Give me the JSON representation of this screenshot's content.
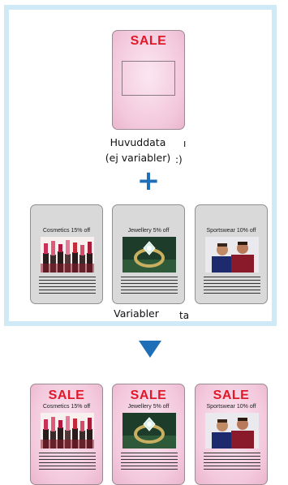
{
  "master": {
    "sale": "SALE",
    "label_line1": "Huvuddata",
    "label_line2": "(ej variabler)"
  },
  "plus_symbol": "+",
  "variables_label": "Variabler",
  "arrow_symbol": "▼",
  "cards": [
    {
      "caption": "Cosmetics 15% off",
      "image": "lipsticks"
    },
    {
      "caption": "Jewellery 5% off",
      "image": "ring"
    },
    {
      "caption": "Sportswear 10% off",
      "image": "two-men"
    }
  ],
  "output_sale": "SALE",
  "colors": {
    "frame": "#cfe9f6",
    "plus": "#1e6fb8",
    "arrow": "#1e6fb8",
    "sale_red": "#e0192a",
    "pink_card": "#f3c8dc",
    "gray_card": "#d9d9d9"
  }
}
